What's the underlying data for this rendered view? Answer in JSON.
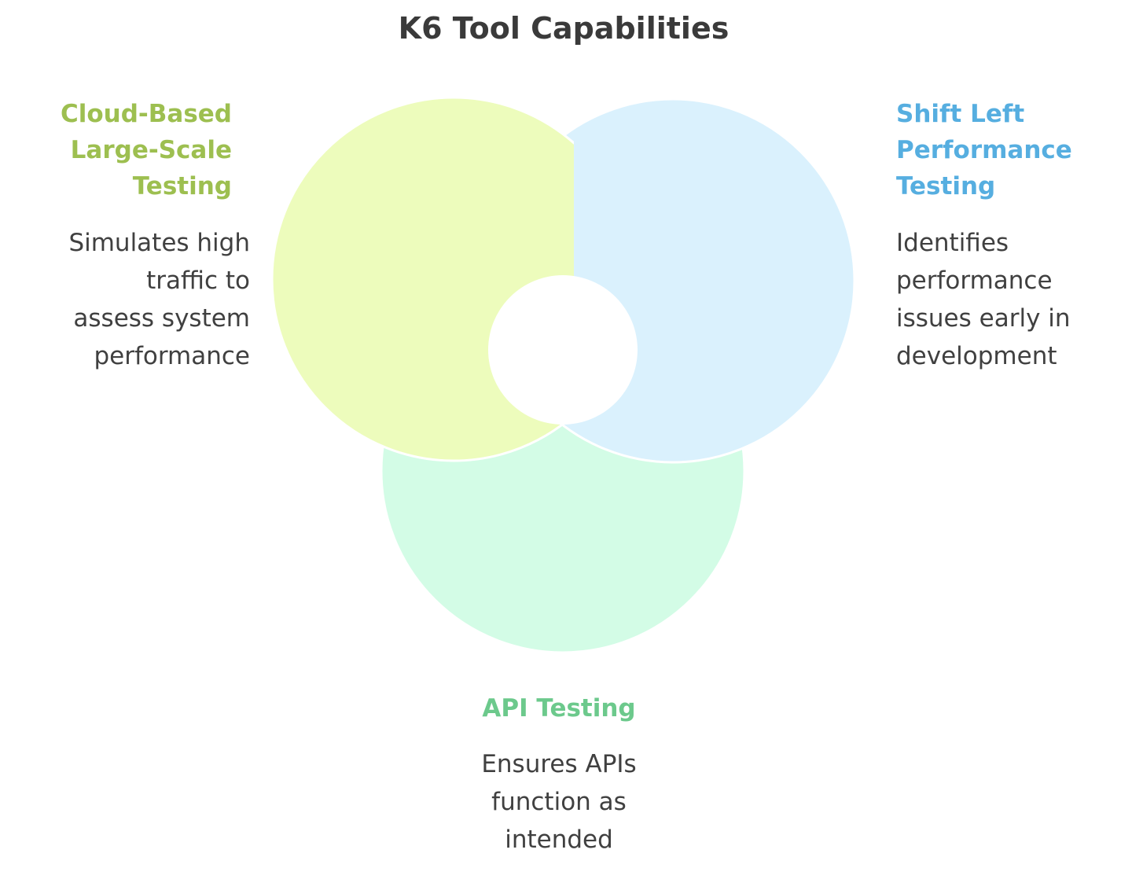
{
  "title": "K6 Tool Capabilities",
  "colors": {
    "cloud_fill": "#edfcbc",
    "shift_fill": "#daf1fd",
    "api_fill": "#d3fce6",
    "cloud_text": "#9dbf50",
    "shift_text": "#56aee0",
    "api_text": "#6cc98c"
  },
  "items": [
    {
      "id": "cloud",
      "heading": "Cloud-Based\nLarge-Scale\nTesting",
      "description": "Simulates high\ntraffic to\nassess system\nperformance"
    },
    {
      "id": "shift",
      "heading": "Shift Left\nPerformance\nTesting",
      "description": "Identifies\nperformance\nissues early in\ndevelopment"
    },
    {
      "id": "api",
      "heading": "API Testing",
      "description": "Ensures APIs\nfunction as\nintended"
    }
  ]
}
